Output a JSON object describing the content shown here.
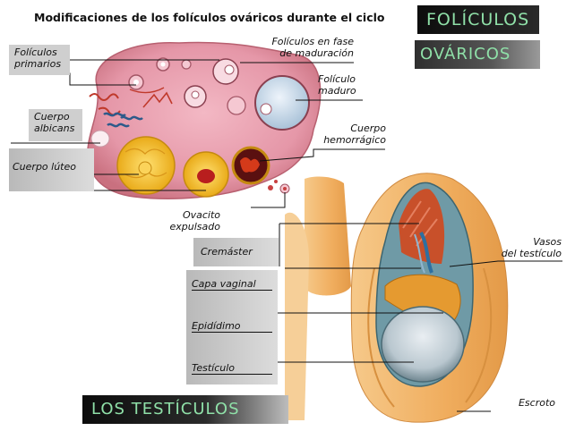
{
  "header": {
    "title": "Modificaciones de los folículos ováricos durante el ciclo"
  },
  "banners": {
    "foliculos": "FOLÍCULOS",
    "ovaricos": "OVÁRICOS",
    "testiculos": "LOS TESTÍCULOS"
  },
  "ovary_labels": {
    "foliculos_primarios": [
      "Folículos",
      "primarios"
    ],
    "cuerpo_albicans": [
      "Cuerpo",
      "albicans"
    ],
    "cuerpo_luteo": "Cuerpo lúteo",
    "foliculos_fase": [
      "Folículos en fase",
      "de maduración"
    ],
    "foliculo_maduro": [
      "Folículo",
      "maduro"
    ],
    "cuerpo_hemorragico": [
      "Cuerpo",
      "hemorrágico"
    ],
    "ovacito_expulsado": [
      "Ovacito",
      "expulsado"
    ]
  },
  "testis_labels": {
    "cremaster": "Cremáster",
    "capa_vaginal": "Capa vaginal",
    "epididimo": "Epidídimo",
    "testiculo": "Testículo",
    "vasos": [
      "Vasos",
      "del testículo"
    ],
    "escroto": "Escroto"
  },
  "colors": {
    "banner_text": "#8fe0a8",
    "ovary": "#e8a0b0",
    "luteum": "#f2c21a",
    "skin": "#f0b870"
  }
}
